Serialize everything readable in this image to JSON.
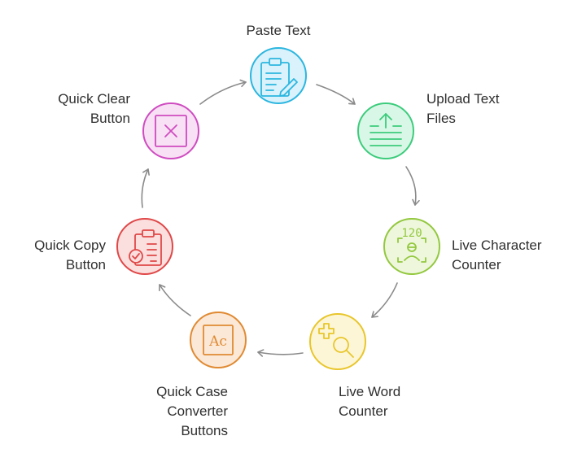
{
  "steps": [
    {
      "id": "paste-text",
      "lines": [
        "Paste Text"
      ],
      "icon": "clipboard-edit-icon",
      "colors": {
        "fill": "#d9f2fb",
        "stroke": "#2cb6e0"
      }
    },
    {
      "id": "upload-text-files",
      "lines": [
        "Upload Text",
        "Files"
      ],
      "icon": "upload-file-icon",
      "colors": {
        "fill": "#d9f7e6",
        "stroke": "#3ccc7c"
      }
    },
    {
      "id": "live-character-counter",
      "lines": [
        "Live Character",
        "Counter"
      ],
      "icon": "character-count-icon",
      "colors": {
        "fill": "#eef7dc",
        "stroke": "#93c83f"
      }
    },
    {
      "id": "live-word-counter",
      "lines": [
        "Live Word",
        "Counter"
      ],
      "icon": "word-search-icon",
      "colors": {
        "fill": "#fdf6d6",
        "stroke": "#e8c62c"
      }
    },
    {
      "id": "quick-case-converter",
      "lines": [
        "Quick Case",
        "Converter",
        "Buttons"
      ],
      "icon": "case-convert-icon",
      "glyph": "Ac",
      "colors": {
        "fill": "#fbe8d6",
        "stroke": "#e08a33"
      }
    },
    {
      "id": "quick-copy-button",
      "lines": [
        "Quick Copy",
        "Button"
      ],
      "icon": "clipboard-check-icon",
      "colors": {
        "fill": "#fbdfdf",
        "stroke": "#e04848"
      }
    },
    {
      "id": "quick-clear-button",
      "lines": [
        "Quick Clear",
        "Button"
      ],
      "icon": "clear-x-icon",
      "colors": {
        "fill": "#f8e0f5",
        "stroke": "#cf4cc0"
      }
    }
  ],
  "char_counter_digits": "120",
  "arrow_color": "#8a8a8a"
}
